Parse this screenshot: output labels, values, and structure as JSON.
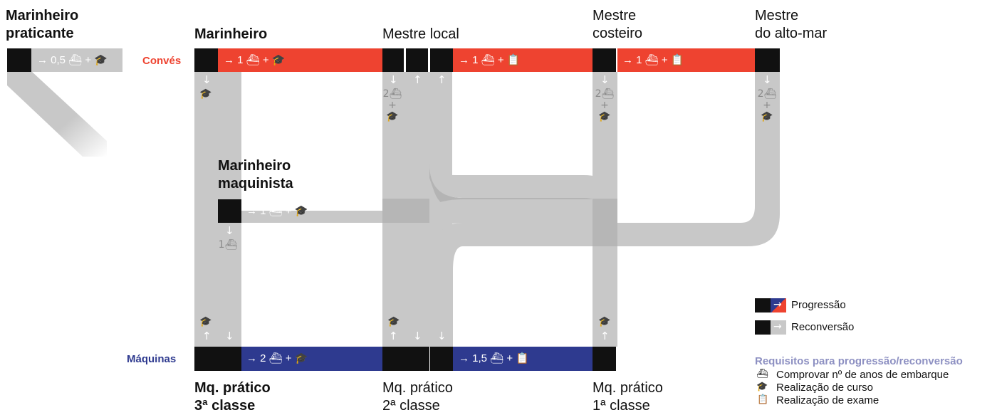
{
  "roles": {
    "marinheiro_praticante": [
      "Marinheiro",
      "praticante"
    ],
    "marinheiro": "Marinheiro",
    "mestre_local": "Mestre local",
    "mestre_costeiro": [
      "Mestre",
      "costeiro"
    ],
    "mestre_alto_mar": [
      "Mestre",
      "do alto-mar"
    ],
    "marinheiro_maquinista": [
      "Marinheiro",
      "maquinista"
    ],
    "mq_pratico_3": [
      "Mq. prático",
      "3ª classe"
    ],
    "mq_pratico_2": [
      "Mq. prático",
      "2ª classe"
    ],
    "mq_pratico_1": [
      "Mq. prático",
      "1ª classe"
    ]
  },
  "rows": {
    "conves": "Convés",
    "maquinas": "Máquinas"
  },
  "colors": {
    "red": "#ee4330",
    "blue": "#2e3a8f",
    "black": "#111111",
    "gray": "#c8c8c8",
    "req_title": "#8d90c2"
  },
  "steps": {
    "praticante": "→ 0,5 ⛴ + 🎓",
    "conves_1": "→ 1 ⛴ + 🎓",
    "conves_2": "→ 1 ⛴ + 📋",
    "conves_3": "→ 1 ⛴ + 📋",
    "maquinista": "→ 1 ⛴ + 🎓",
    "maquinas_1": "→ 2 ⛴ + 🎓",
    "maquinas_2": "→ 1,5 ⛴ + 📋"
  },
  "vertical_labels": {
    "marinheiro_down": "🎓",
    "mestre_local_down": "2⛴\n+\n🎓",
    "costeiro_down": "2⛴\n+\n🎓",
    "alto_mar_down": "2⛴\n+\n🎓",
    "maquinista_down": "1⛴",
    "up_course": "🎓"
  },
  "legend": {
    "progressao": "Progressão",
    "reconversao": "Reconversão"
  },
  "requirements": {
    "title": "Requisitos para progressão/reconversão",
    "items": [
      {
        "icon": "ship-icon",
        "label": "Comprovar nº de anos de embarque"
      },
      {
        "icon": "graduation-cap-icon",
        "label": "Realização de curso"
      },
      {
        "icon": "exam-icon",
        "label": "Realização de exame"
      }
    ]
  }
}
